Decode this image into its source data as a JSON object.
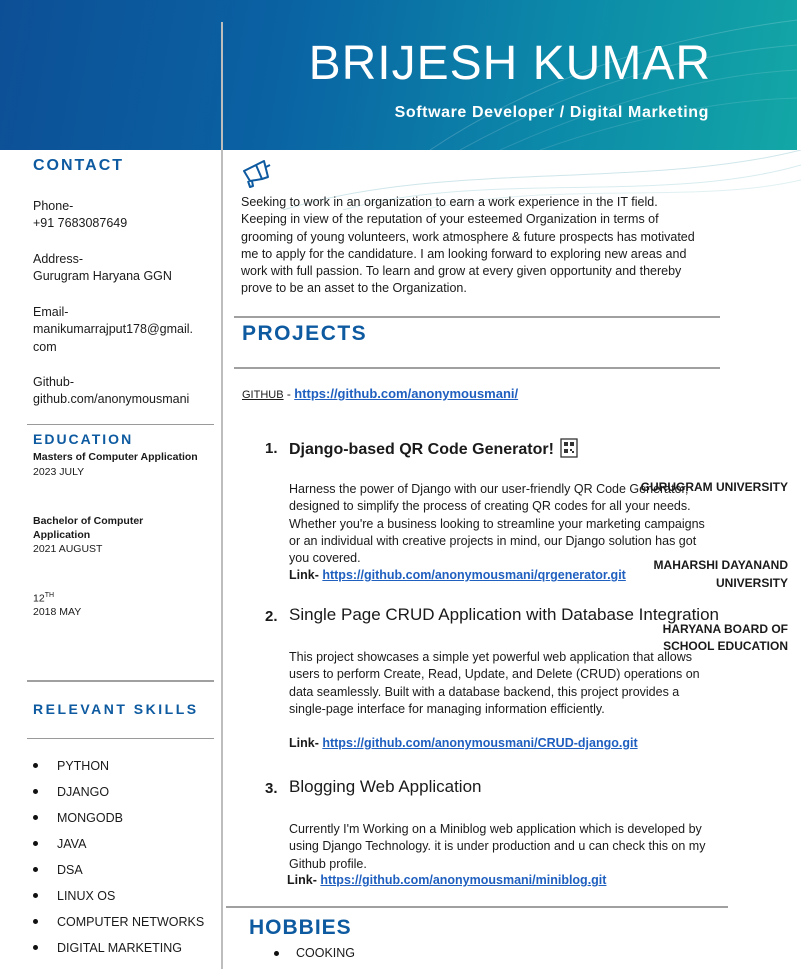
{
  "header": {
    "name": "BRIJESH  KUMAR",
    "role": "Software Developer / Digital Marketing"
  },
  "contact": {
    "title": "CONTACT",
    "phone_label": "Phone-",
    "phone": "+91 7683087649",
    "address_label": "Address-",
    "address": "Gurugram Haryana GGN",
    "email_label": "Email-",
    "email_line1": "manikumarrajput178@gmail.",
    "email_line2": "com",
    "github_label": "Github-",
    "github": "github.com/anonymousmani"
  },
  "education": {
    "title": "EDUCATION",
    "items": [
      {
        "degree": "Masters of Computer Application",
        "date": "2023 JULY",
        "inst_line1": "GURUGRAM UNIVERSITY",
        "inst_line2": ""
      },
      {
        "degree_line1": "Bachelor of Computer",
        "degree_line2": "Application",
        "date": "2021 AUGUST",
        "inst_line1": "MAHARSHI DAYANAND",
        "inst_line2": "UNIVERSITY"
      },
      {
        "degree": "12",
        "degree_sup": "TH",
        "date": "2018 MAY",
        "inst_line1": "HARYANA BOARD OF",
        "inst_line2": "SCHOOL EDUCATION"
      }
    ]
  },
  "skills": {
    "title": "RELEVANT SKILLS",
    "items": [
      "PYTHON",
      "DJANGO",
      "MONGODB",
      "JAVA",
      "DSA",
      "LINUX OS",
      "COMPUTER NETWORKS",
      "DIGITAL MARKETING"
    ]
  },
  "objective": {
    "icon": "megaphone-icon",
    "text": "Seeking to work in an organization to earn a work experience in the IT field. Keeping in view of the reputation of your esteemed Organization in terms of grooming of young volunteers, work atmosphere & future prospects has motivated me to apply for the candidature. I am looking forward to exploring new areas and work with full passion. To learn and grow at every given opportunity and thereby prove to be an asset to the Organization."
  },
  "projects": {
    "title": "PROJECTS",
    "github_label": "GITHUB",
    "github_sep": " - ",
    "github_url": "https://github.com/anonymousmani/",
    "items": [
      {
        "num": "1.",
        "title": "Django-based QR Code Generator!",
        "title_icon": "qr-code-icon",
        "desc": "Harness the power of Django with our user-friendly QR Code Generator, designed to simplify the process of creating QR codes for all your needs. Whether you're a business looking to streamline your marketing campaigns or an individual with creative projects in mind, our Django solution has got you covered.",
        "link_label": "Link- ",
        "link": "https://github.com/anonymousmani/qrgenerator.git"
      },
      {
        "num": "2.",
        "title": "Single Page CRUD Application with Database Integration",
        "desc": "This project showcases a simple yet powerful web application that allows users to perform Create, Read, Update, and Delete (CRUD) operations on data seamlessly. Built with a database backend, this project provides a single-page interface for managing information efficiently.",
        "link_label": "Link- ",
        "link": "https://github.com/anonymousmani/CRUD-django.git"
      },
      {
        "num": "3.",
        "title": "Blogging Web Application",
        "desc": "Currently I'm Working on a Miniblog web application which is developed by using Django Technology. it is under production and u can check this on my Github profile.",
        "link_label": "Link- ",
        "link": "https://github.com/anonymousmani/miniblog.git"
      }
    ]
  },
  "hobbies": {
    "title": "HOBBIES",
    "items": [
      "COOKING"
    ]
  },
  "colors": {
    "accent": "#0d5aa0",
    "header_start": "#0d4f96",
    "header_end": "#13a7a6",
    "link": "#1f5fbf"
  }
}
